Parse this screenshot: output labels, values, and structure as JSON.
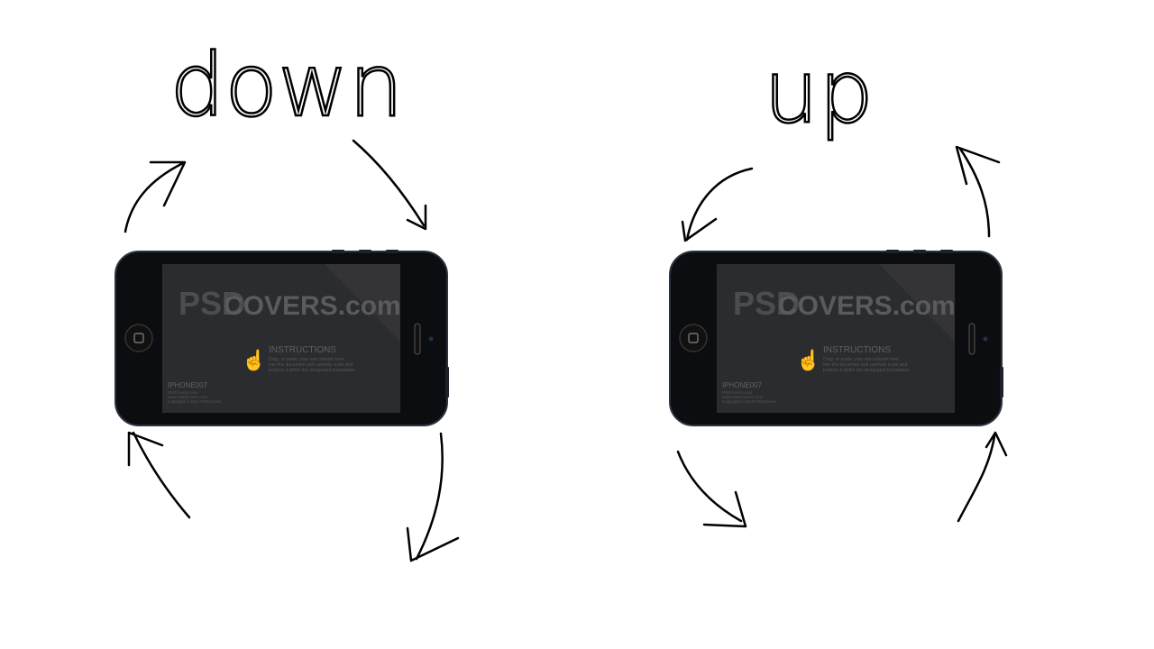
{
  "panels": [
    {
      "id": "left",
      "label": "down",
      "phone": {
        "watermark_logo": "PSD",
        "watermark_brand": "COVERS.com",
        "instructions_title": "INSTRUCTIONS",
        "instructions_lines": [
          "Drag, or paste, your own artwork here",
          "into this document and carefully scale and",
          "position it within the designated boundaries."
        ],
        "model": "IPHONE007",
        "footer_lines": [
          "PSDCovers.com",
          "www.PSDCovers.com",
          "Copyright © 2012 PSDCovers"
        ]
      }
    },
    {
      "id": "right",
      "label": "up",
      "phone": {
        "watermark_logo": "PSD",
        "watermark_brand": "COVERS.com",
        "instructions_title": "INSTRUCTIONS",
        "instructions_lines": [
          "Drag, or paste, your own artwork here",
          "into this document and carefully scale and",
          "position it within the designated boundaries."
        ],
        "model": "IPHONE007",
        "footer_lines": [
          "PSDCovers.com",
          "www.PSDCovers.com",
          "Copyright © 2012 PSDCovers"
        ]
      }
    }
  ],
  "colors": {
    "background": "#ffffff",
    "ink": "#000000",
    "phone_body": "#0b0d10",
    "phone_screen": "#2b2c2f",
    "watermark": "#5a5b5e"
  }
}
